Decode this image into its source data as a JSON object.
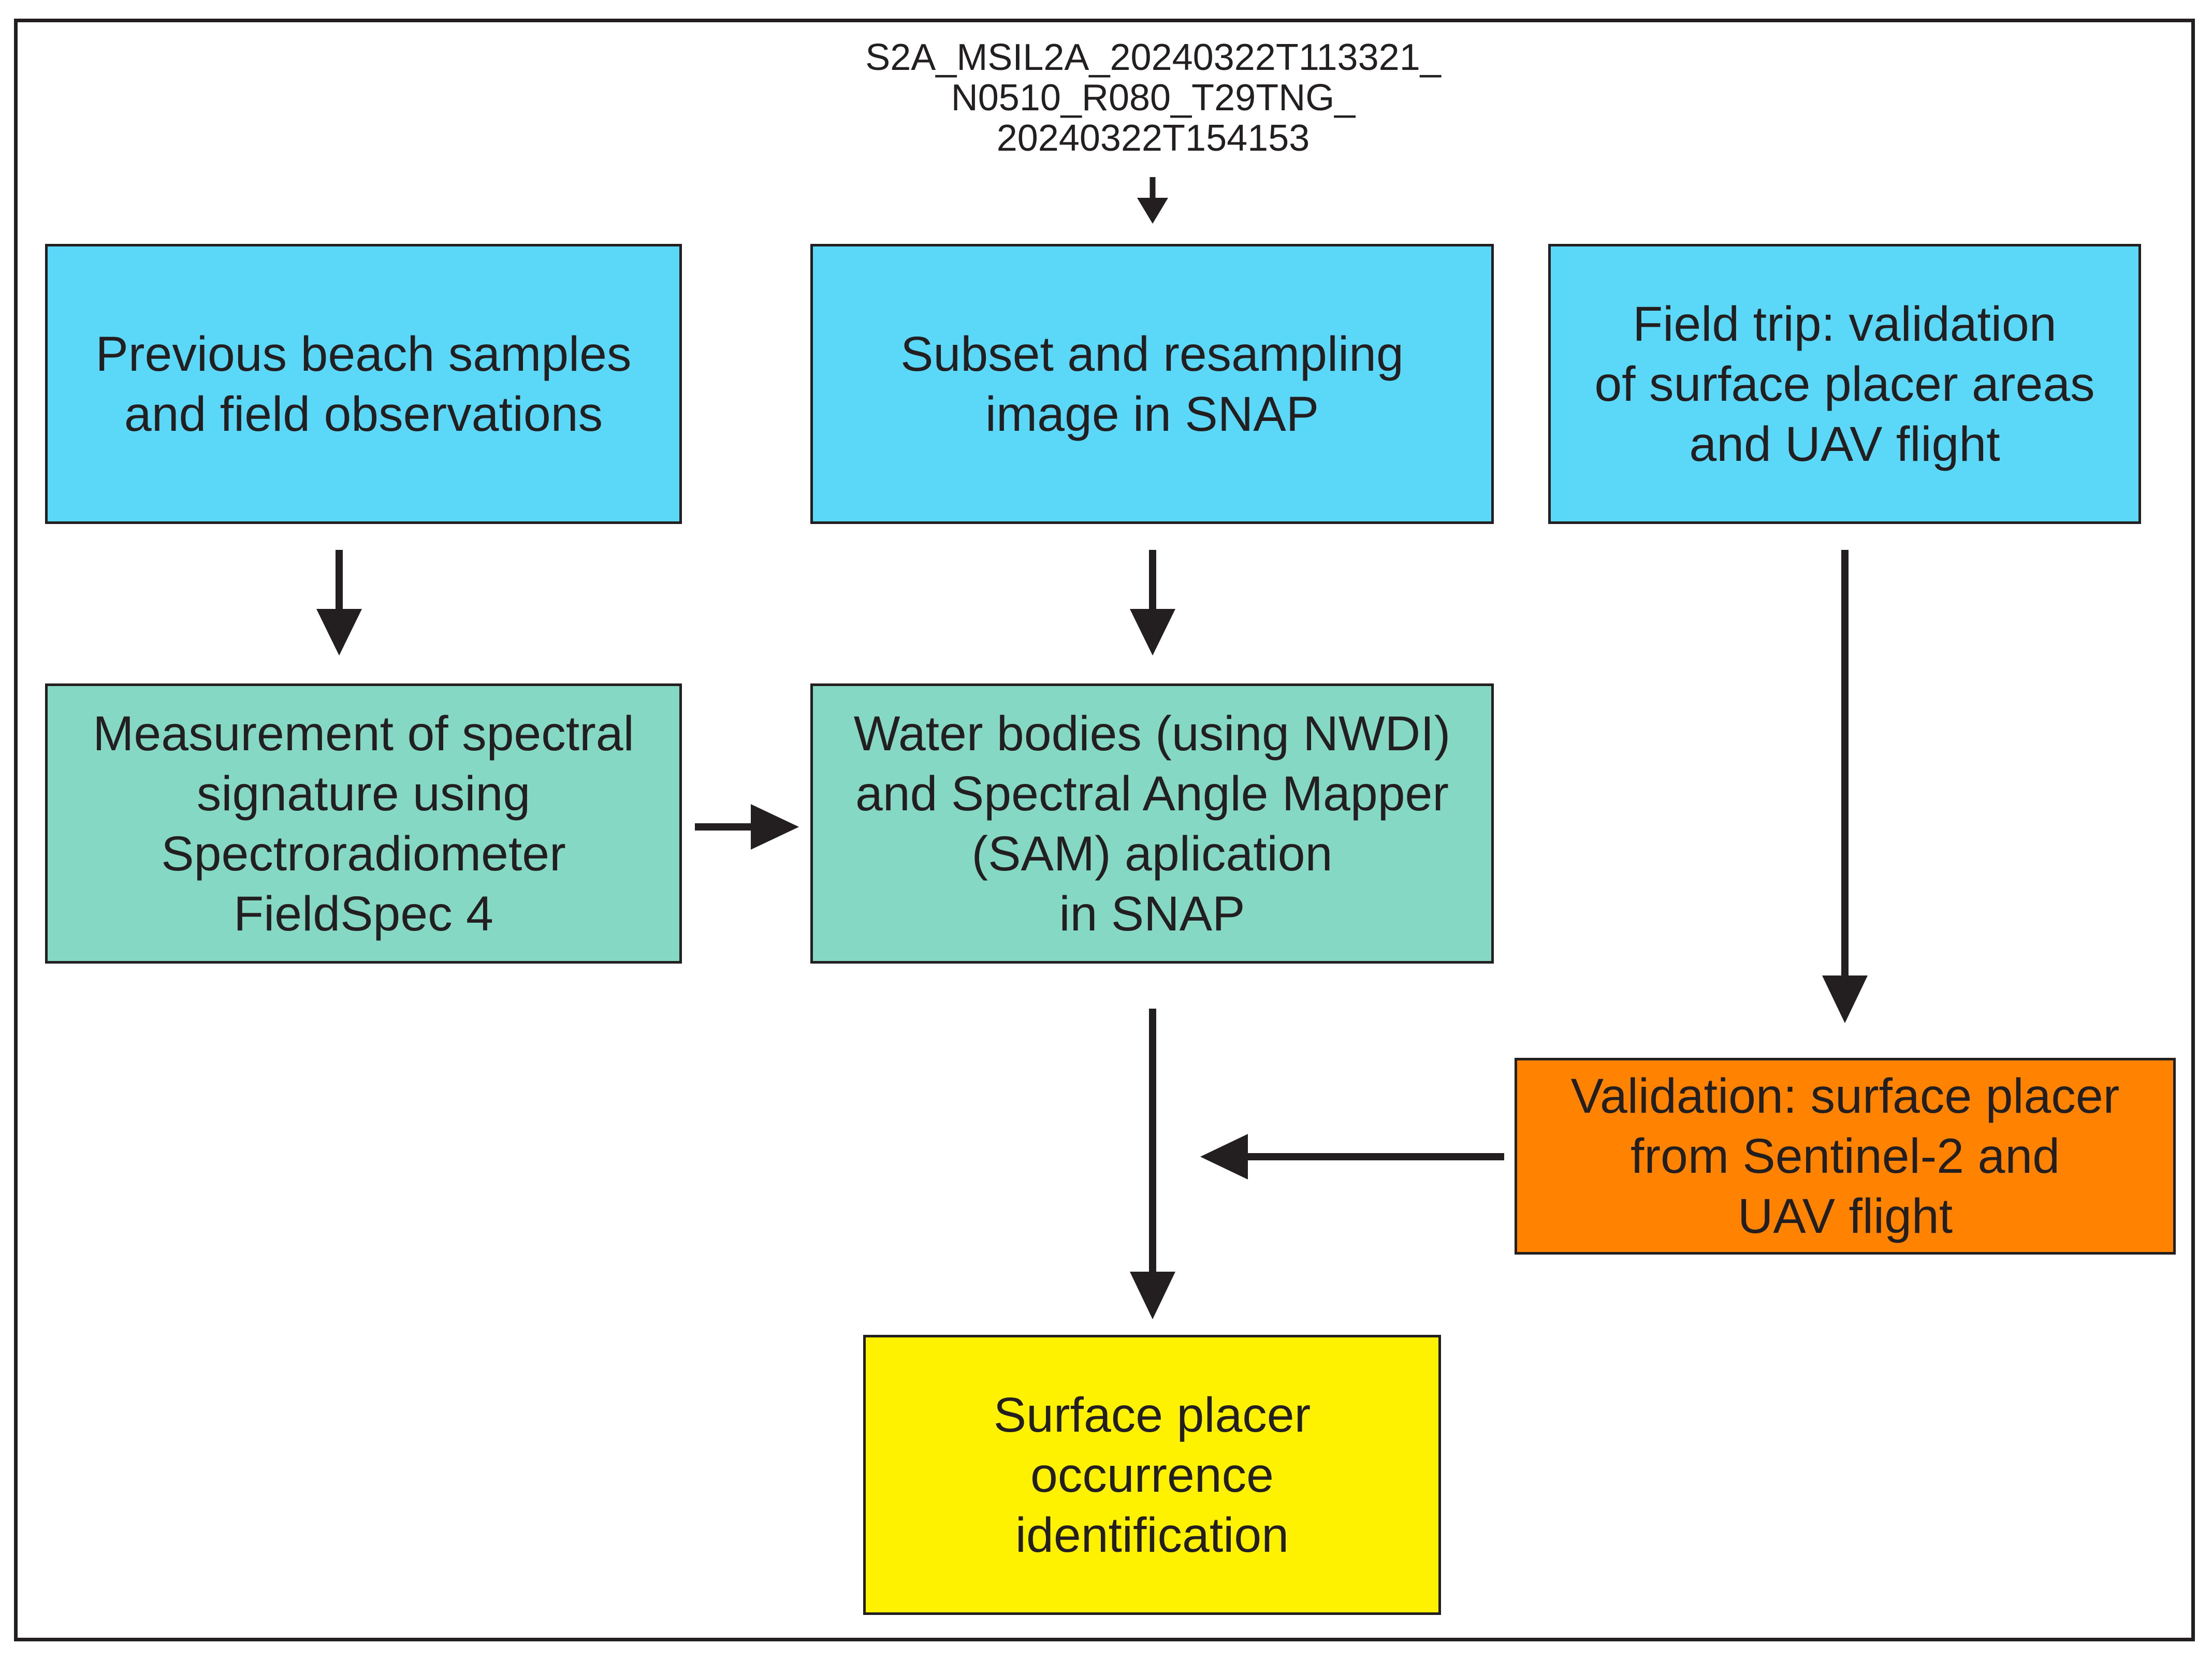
{
  "source_image": {
    "lines": [
      "S2A_MSIL2A_20240322T113321_",
      "N0510_R080_T29TNG_",
      "20240322T154153"
    ]
  },
  "nodes": {
    "previous_samples": {
      "lines": [
        "Previous beach samples",
        "and field observations"
      ],
      "color": "#5bd8f8"
    },
    "subset_resampling": {
      "lines": [
        "Subset and resampling",
        "image in SNAP"
      ],
      "color": "#5bd8f8"
    },
    "field_trip": {
      "lines": [
        "Field trip: validation",
        "of surface placer areas",
        "and UAV flight"
      ],
      "color": "#5bd8f8"
    },
    "spectral_measurement": {
      "lines": [
        "Measurement of spectral",
        "signature using",
        "Spectroradiometer",
        "FieldSpec 4"
      ],
      "color": "#84d8c4"
    },
    "water_bodies_sam": {
      "lines": [
        "Water bodies (using NWDI)",
        "and Spectral Angle Mapper",
        "(SAM) aplication",
        "in SNAP"
      ],
      "color": "#84d8c4"
    },
    "validation": {
      "lines": [
        "Validation: surface placer",
        "from Sentinel-2 and",
        "UAV flight"
      ],
      "color": "#ff8200"
    },
    "identification": {
      "lines": [
        "Surface placer",
        "occurrence",
        "identification"
      ],
      "color": "#fff200"
    }
  },
  "edges": [
    {
      "from": "source_image",
      "to": "subset_resampling"
    },
    {
      "from": "previous_samples",
      "to": "spectral_measurement"
    },
    {
      "from": "subset_resampling",
      "to": "water_bodies_sam"
    },
    {
      "from": "spectral_measurement",
      "to": "water_bodies_sam"
    },
    {
      "from": "field_trip",
      "to": "validation"
    },
    {
      "from": "water_bodies_sam",
      "to": "identification"
    },
    {
      "from": "validation",
      "to": "identification"
    }
  ],
  "colors": {
    "line": "#231f20",
    "frame": "#231f20"
  }
}
